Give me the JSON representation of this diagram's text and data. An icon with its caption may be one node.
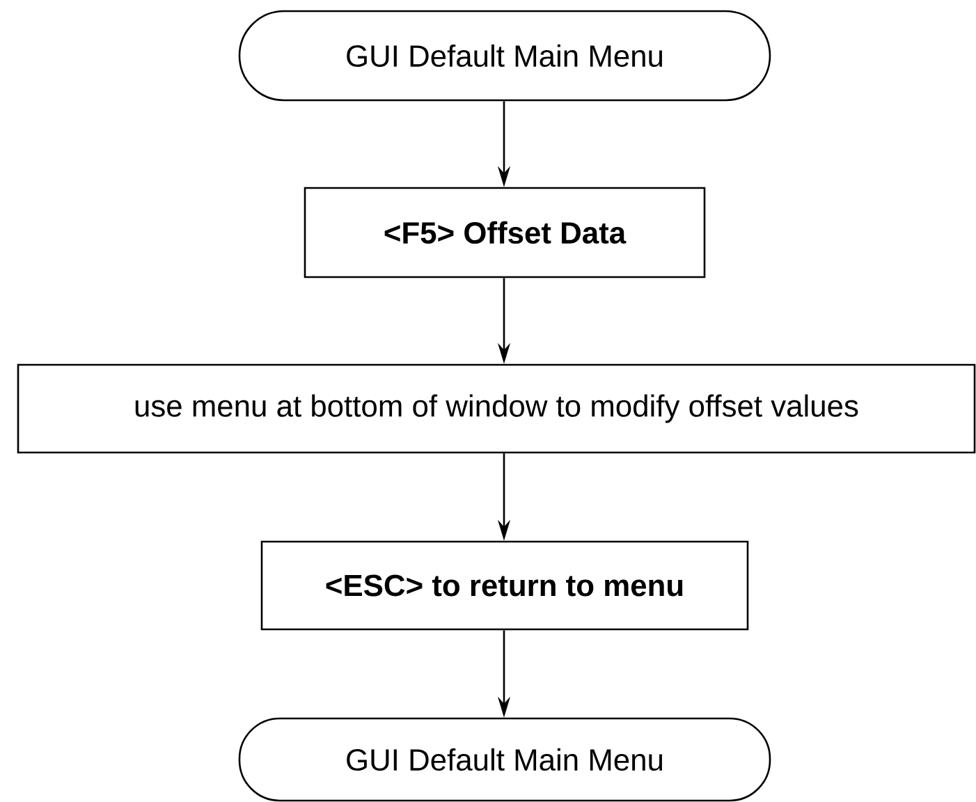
{
  "diagram": {
    "nodes": [
      {
        "text": [
          "GUI Default Main Menu"
        ]
      },
      {
        "text": [
          "<F5> Offset Data"
        ]
      },
      {
        "text": [
          "use menu at bottom of window to modify offset values"
        ]
      },
      {
        "text": [
          "<ESC> to return to menu"
        ]
      },
      {
        "text": [
          "GUI Default Main Menu"
        ]
      }
    ],
    "edges": [
      {
        "from": 0,
        "to": 1,
        "arrow": "to"
      },
      {
        "from": 1,
        "to": 2,
        "arrow": "to"
      },
      {
        "from": 2,
        "to": 3,
        "arrow": "to"
      },
      {
        "from": 3,
        "to": 4,
        "arrow": "to"
      }
    ]
  }
}
